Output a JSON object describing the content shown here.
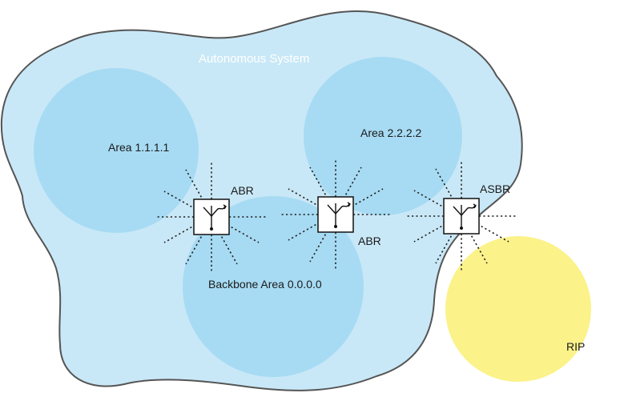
{
  "diagram": {
    "autonomous_system": {
      "label": "Autonomous System"
    },
    "areas": [
      {
        "id": "area-1",
        "label": "Area 1.1.1.1"
      },
      {
        "id": "area-2",
        "label": "Area 2.2.2.2"
      },
      {
        "id": "backbone",
        "label": "Backbone Area 0.0.0.0"
      }
    ],
    "external": {
      "label": "RIP"
    },
    "routers": [
      {
        "id": "router-abr-1",
        "label": "ABR"
      },
      {
        "id": "router-abr-2",
        "label": "ABR"
      },
      {
        "id": "router-asbr",
        "label": "ASBR"
      }
    ],
    "colors": {
      "as_fill": "#c9e8f7",
      "as_stroke": "#555555",
      "area_fill": "#a7dbf3",
      "rip_fill": "#fbf28a"
    }
  }
}
